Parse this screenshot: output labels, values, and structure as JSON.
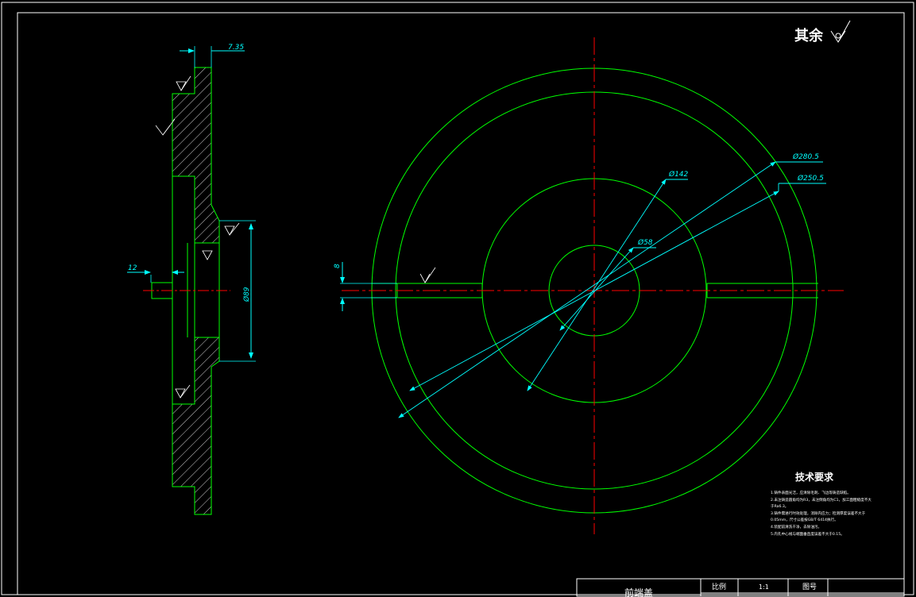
{
  "drawing": {
    "roughness_note": "其余",
    "tech_req_title": "技术要求",
    "tech_notes": [
      "1.铸件表面光洁，应清除毛刺、飞边等铸造缺陷。",
      "2.未注铸造圆角均为R3，未注倒角均为C1，加工面粗糙度不大于Ra6.3。",
      "3.铸件需进行时效处理，消除内应力；检测厚度误差不大于0.05mm，尺寸公差按GB/T 6414执行。",
      "4.装配前清洗干净，去除油污。",
      "5.内孔中心线与端面垂直度误差不大于0.15。"
    ],
    "title_block": {
      "part_name": "前端盖",
      "scale_label": "比例",
      "scale_value": "1:1",
      "drawing_no_label": "图号"
    }
  },
  "dimensions": {
    "thickness_top": "7.35",
    "left_offset": "12",
    "bore_dia": "Ø89",
    "d_outer": "Ø280.5",
    "d_2": "Ø250.5",
    "d_3": "Ø142",
    "d_4": "Ø58",
    "slot_width": "8"
  },
  "colors": {
    "outline": "#00ff00",
    "dimension": "#00ffff",
    "centerline": "#ff0000",
    "text": "#ffffff",
    "hatch": "#ffffff"
  }
}
